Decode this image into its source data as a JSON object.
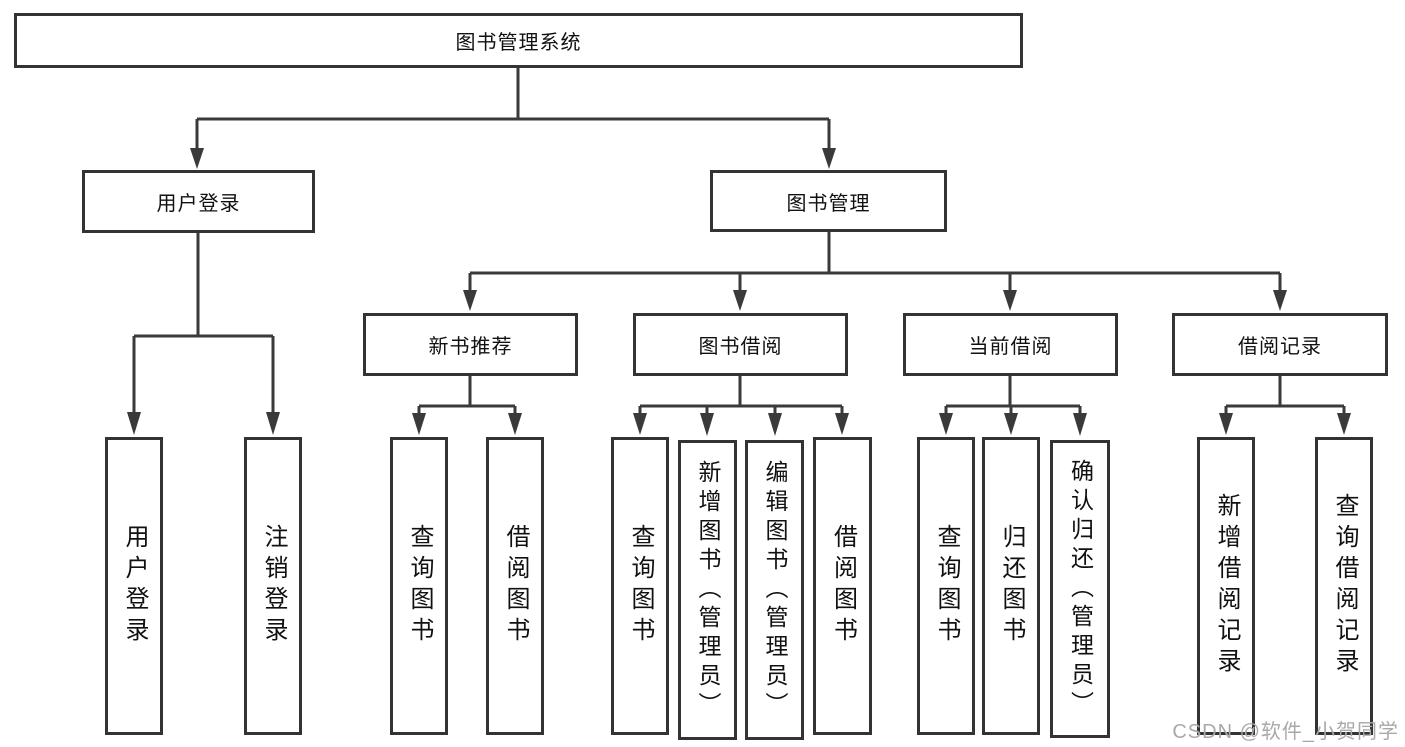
{
  "diagram": {
    "root": {
      "label": "图书管理系统"
    },
    "branches": [
      {
        "label": "用户登录",
        "children": [
          "用户登录",
          "注销登录"
        ]
      },
      {
        "label": "图书管理",
        "children": [
          {
            "label": "新书推荐",
            "children": [
              "查询图书",
              "借阅图书"
            ]
          },
          {
            "label": "图书借阅",
            "children": [
              "查询图书",
              "新增图书（管理员）",
              "编辑图书（管理员）",
              "借阅图书"
            ]
          },
          {
            "label": "当前借阅",
            "children": [
              "查询图书",
              "归还图书",
              "确认归还（管理员）"
            ]
          },
          {
            "label": "借阅记录",
            "children": [
              "新增借阅记录",
              "查询借阅记录"
            ]
          }
        ]
      }
    ]
  },
  "watermark": "CSDN @软件_小贺同学",
  "colors": {
    "line": "#3a3a3a",
    "box_border": "#333333",
    "text": "#111111",
    "watermark": "#a9a9a9",
    "background": "#ffffff"
  }
}
